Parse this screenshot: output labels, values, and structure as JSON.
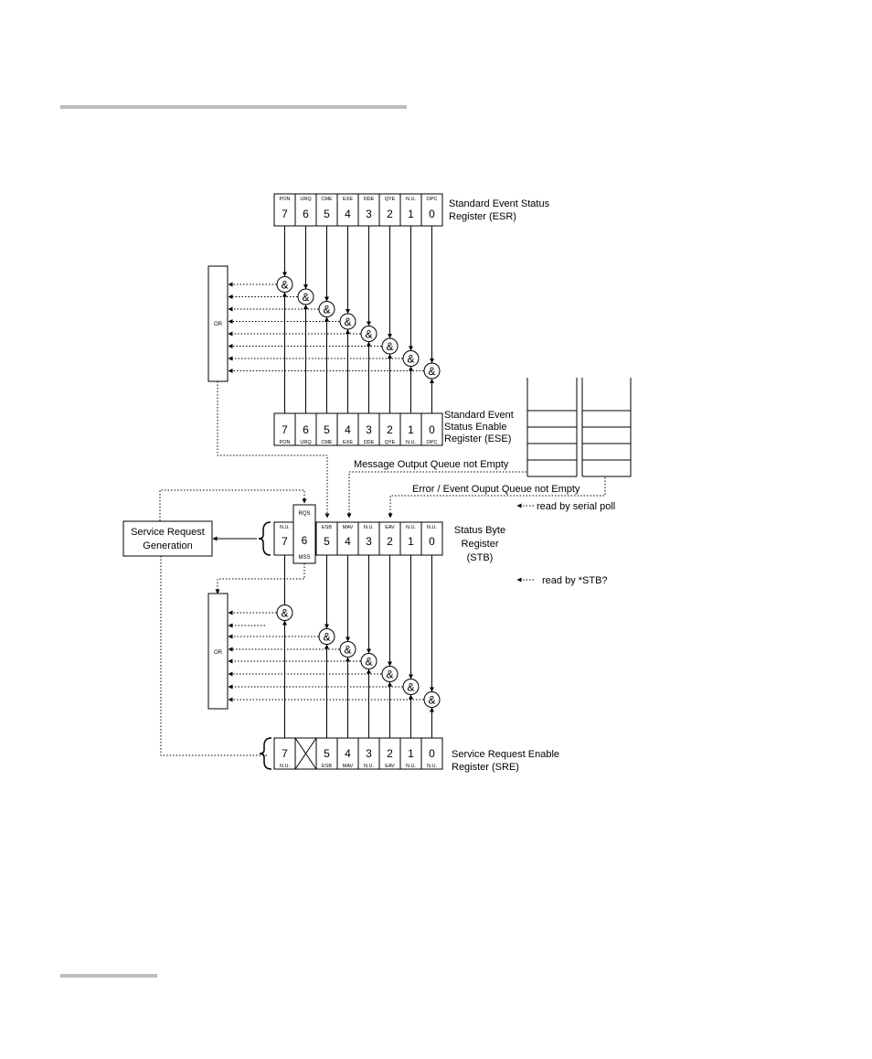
{
  "esr": {
    "caption_line1": "Standard Event Status",
    "caption_line2": "Register (ESR)",
    "bits": [
      {
        "num": "7",
        "name": "PON"
      },
      {
        "num": "6",
        "name": "URQ"
      },
      {
        "num": "5",
        "name": "CME"
      },
      {
        "num": "4",
        "name": "EXE"
      },
      {
        "num": "3",
        "name": "DDE"
      },
      {
        "num": "2",
        "name": "QYE"
      },
      {
        "num": "1",
        "name": "N.U."
      },
      {
        "num": "0",
        "name": "OPC"
      }
    ]
  },
  "ese": {
    "caption_line1": "Standard Event",
    "caption_line2": "Status Enable",
    "caption_line3": "Register (ESE)",
    "bits": [
      {
        "num": "7",
        "name": "PON"
      },
      {
        "num": "6",
        "name": "URQ"
      },
      {
        "num": "5",
        "name": "CME"
      },
      {
        "num": "4",
        "name": "EXE"
      },
      {
        "num": "3",
        "name": "DDE"
      },
      {
        "num": "2",
        "name": "QYE"
      },
      {
        "num": "1",
        "name": "N.U."
      },
      {
        "num": "0",
        "name": "OPC"
      }
    ]
  },
  "stb": {
    "caption_line1": "Status Byte",
    "caption_line2": "Register",
    "caption_line3": "(STB)",
    "rqs": "RQS",
    "mss": "MSS",
    "bits": [
      {
        "num": "7",
        "name": "N.U."
      },
      {
        "num": "6",
        "name": ""
      },
      {
        "num": "5",
        "name": "ESB"
      },
      {
        "num": "4",
        "name": "MAV"
      },
      {
        "num": "3",
        "name": "N.U."
      },
      {
        "num": "2",
        "name": "EAV"
      },
      {
        "num": "1",
        "name": "N.U."
      },
      {
        "num": "0",
        "name": "N.U."
      }
    ]
  },
  "sre": {
    "caption_line1": "Service Request Enable",
    "caption_line2": "Register (SRE)",
    "bits": [
      {
        "num": "7",
        "name": "N.U."
      },
      {
        "num": "",
        "name": ""
      },
      {
        "num": "5",
        "name": "ESB"
      },
      {
        "num": "4",
        "name": "MAV"
      },
      {
        "num": "3",
        "name": "N.U."
      },
      {
        "num": "2",
        "name": "EAV"
      },
      {
        "num": "1",
        "name": "N.U."
      },
      {
        "num": "0",
        "name": "N.U."
      }
    ]
  },
  "labels": {
    "or_gate": "OR",
    "and_symbol": "&",
    "service_request_line1": "Service Request",
    "service_request_line2": "Generation",
    "message_queue": "Message Output Queue not Empty",
    "error_queue": "Error / Event Ouput Queue not Empty",
    "read_serial_poll": "read by serial poll",
    "read_stb": "read by *STB?"
  }
}
